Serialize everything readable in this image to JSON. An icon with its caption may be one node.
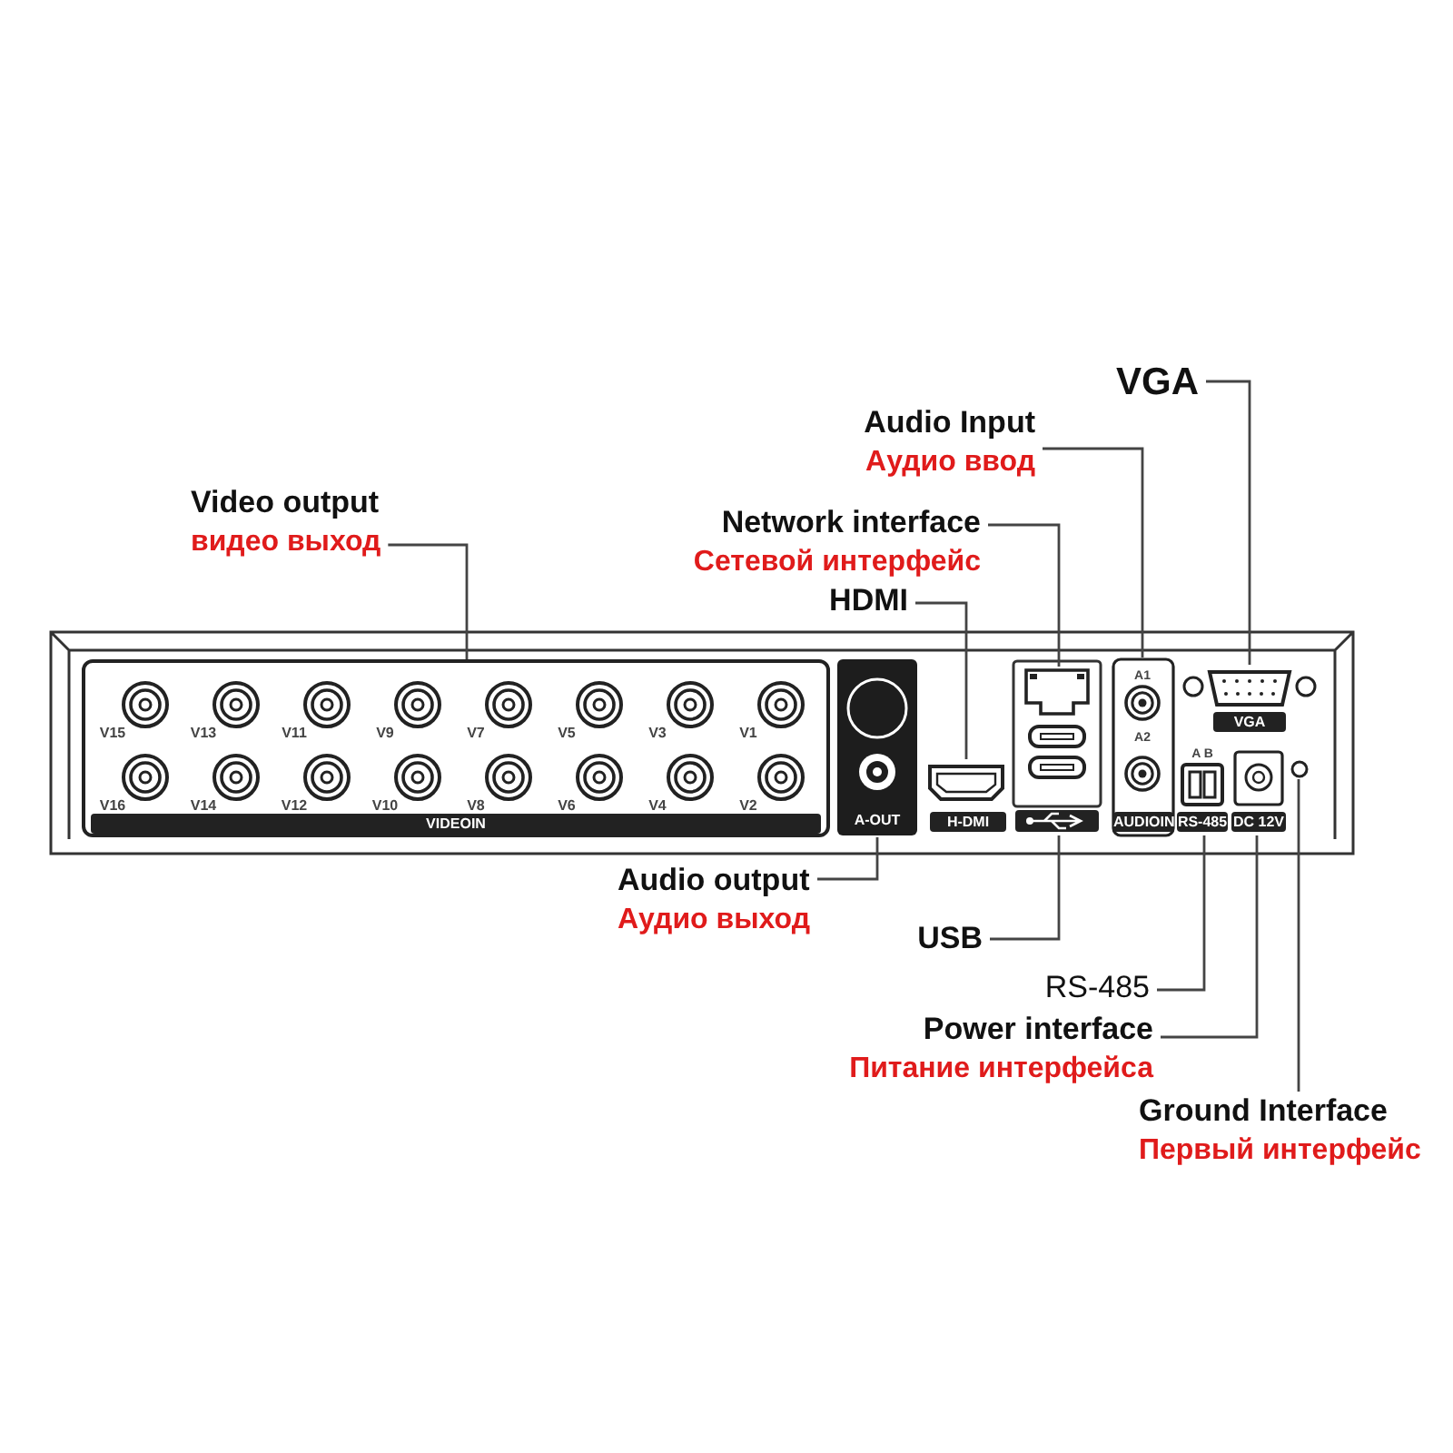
{
  "diagram": {
    "nodes": [
      {
        "text": [
          "Video output",
          "видео выход"
        ]
      },
      {
        "text": [
          "VGA"
        ]
      },
      {
        "text": [
          "Audio Input",
          "Аудио ввод"
        ]
      },
      {
        "text": [
          "Network interface",
          "Сетевой интерфейс"
        ]
      },
      {
        "text": [
          "HDMI"
        ]
      },
      {
        "text": [
          "Audio output",
          "Аудио выход"
        ]
      },
      {
        "text": [
          "USB"
        ]
      },
      {
        "text": [
          "RS-485"
        ]
      },
      {
        "text": [
          "Power interface",
          "Питание интерфейса"
        ]
      },
      {
        "text": [
          "Ground Interface",
          "Первый интерфейс"
        ]
      },
      {
        "text": [],
        "shape": "box"
      },
      {
        "text": [],
        "shape": "box"
      },
      {
        "text": [],
        "shape": "box"
      },
      {
        "text": [],
        "shape": "box"
      },
      {
        "text": [],
        "shape": "box"
      },
      {
        "text": [],
        "shape": "box"
      },
      {
        "text": [],
        "shape": "box"
      },
      {
        "text": [],
        "shape": "box"
      },
      {
        "text": [],
        "shape": "box"
      },
      {
        "text": [],
        "shape": "circle"
      }
    ],
    "edges": [
      {
        "from": 0,
        "to": 10,
        "arrow": "none"
      },
      {
        "from": 1,
        "to": 16,
        "arrow": "none"
      },
      {
        "from": 2,
        "to": 15,
        "arrow": "none"
      },
      {
        "from": 3,
        "to": 14,
        "arrow": "none"
      },
      {
        "from": 4,
        "to": 13,
        "arrow": "none"
      },
      {
        "from": 5,
        "to": 11,
        "arrow": "none"
      },
      {
        "from": 6,
        "to": 12,
        "arrow": "none"
      },
      {
        "from": 7,
        "to": 17,
        "arrow": "none"
      },
      {
        "from": 8,
        "to": 18,
        "arrow": "none"
      },
      {
        "from": 9,
        "to": 19,
        "arrow": "none"
      }
    ],
    "labels": [
      "V15",
      "V13",
      "V11",
      "V9",
      "V7",
      "V5",
      "V3",
      "V1",
      "V16",
      "V14",
      "V12",
      "V10",
      "V8",
      "V6",
      "V4",
      "V2",
      "A1",
      "VGA",
      "A2",
      "A B",
      "VIDEOIN",
      "A-OUT",
      "H-DMI",
      "AUDIOIN",
      "RS-485",
      "DC 12V"
    ]
  }
}
